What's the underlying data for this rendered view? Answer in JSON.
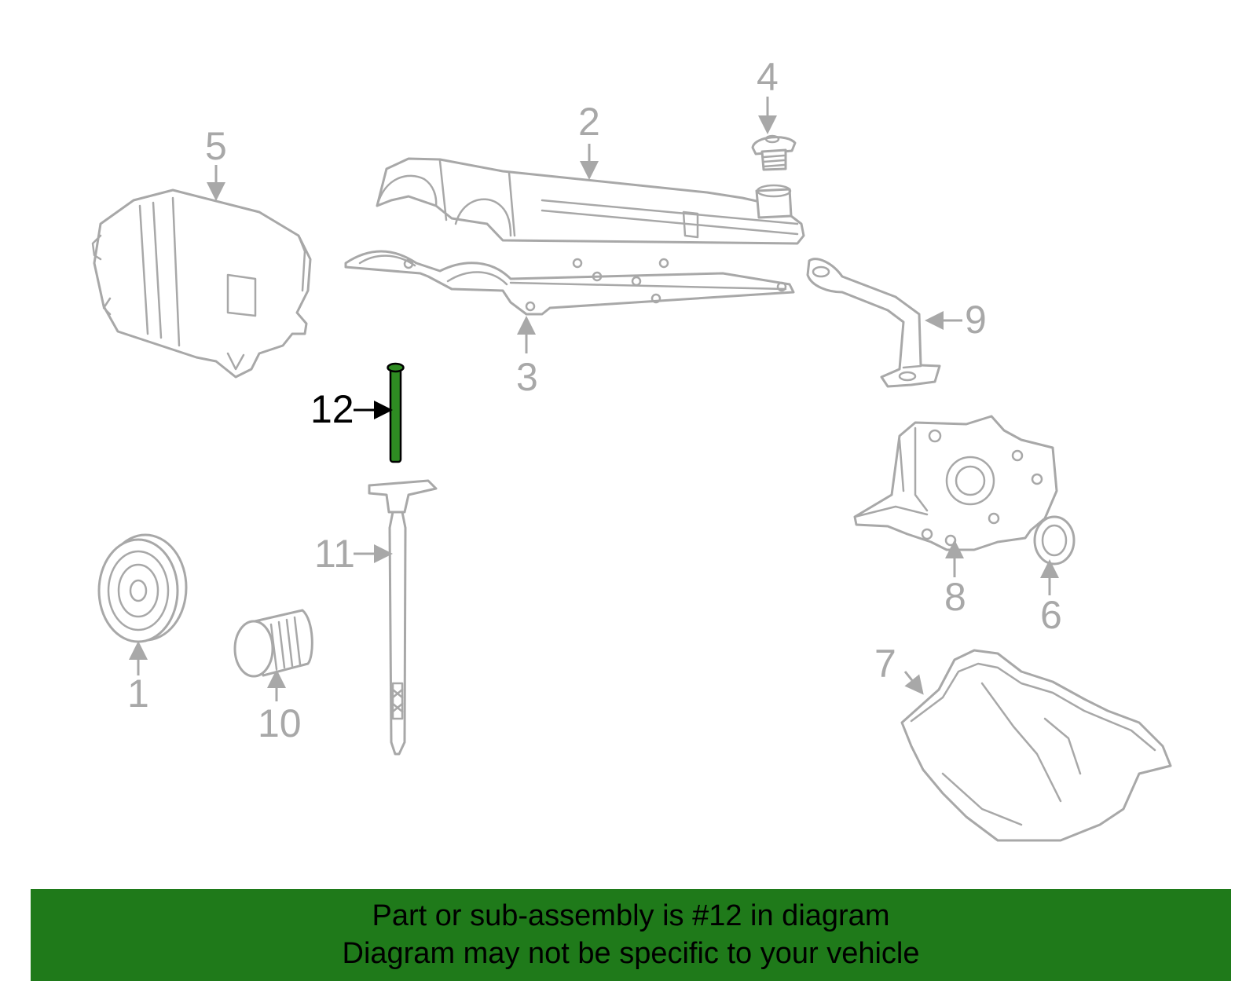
{
  "colors": {
    "outline": "#a8a8a8",
    "highlight_fill": "#2e8b22",
    "highlight_stroke": "#000000",
    "banner_bg": "#1f7a1a",
    "banner_text": "#000000"
  },
  "callouts": {
    "c1": "1",
    "c2": "2",
    "c3": "3",
    "c4": "4",
    "c5": "5",
    "c6": "6",
    "c7": "7",
    "c8": "8",
    "c9": "9",
    "c10": "10",
    "c11": "11",
    "c12": "12"
  },
  "highlighted_part": "12",
  "banner": {
    "line1": "Part or sub-assembly is #12 in diagram",
    "line2": "Diagram may not be specific to your vehicle"
  }
}
